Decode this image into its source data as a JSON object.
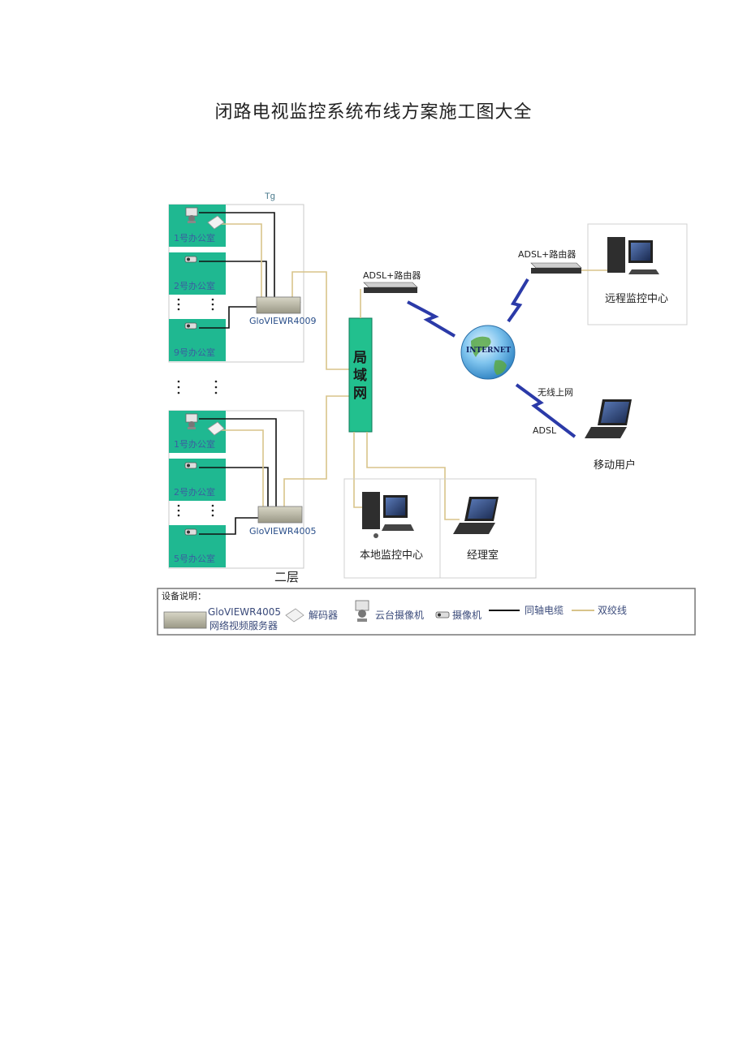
{
  "title": "闭路电视监控系统布线方案施工图大全",
  "tag": "Tg",
  "floor1": {
    "rooms": [
      "1号办公室",
      "2号办公室",
      "9号办公室"
    ],
    "server": "GloVIEWR4009"
  },
  "floor2": {
    "rooms": [
      "1号办公室",
      "2号办公室",
      "5号办公室"
    ],
    "server": "GloVIEWR4005",
    "floor_label": "二层"
  },
  "lan": {
    "char1": "局",
    "char2": "域",
    "char3": "网"
  },
  "router_local": "ADSL+路由器",
  "router_remote": "ADSL+路由器",
  "internet": "INTERNET",
  "remote_center": "远程监控中心",
  "wireless": "无线上网",
  "adsl": "ADSL",
  "mobile_user": "移动用户",
  "local_center": "本地监控中心",
  "manager_room": "经理室",
  "legend": {
    "heading": "设备说明：",
    "server_model": "GloVIEWR4005",
    "server_desc": "网络视频服务器",
    "decoder": "解码器",
    "ptz_camera": "云台摄像机",
    "camera": "摄像机",
    "coax": "同轴电缆",
    "twisted": "双绞线"
  },
  "colors": {
    "room_green": "#1fb891",
    "lan_green": "#22c08e",
    "coax": "#111111",
    "twisted": "#d8c48a",
    "zigzag": "#2b3aa8"
  }
}
